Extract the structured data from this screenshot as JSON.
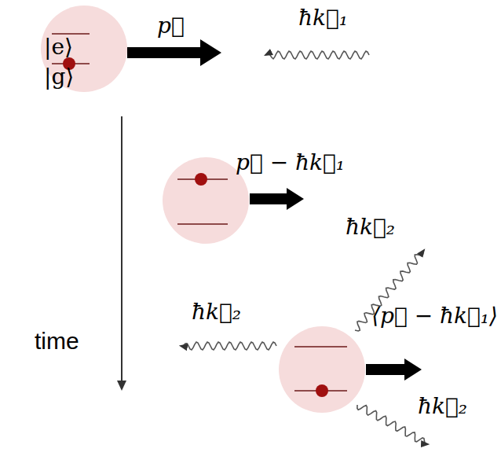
{
  "diagram": {
    "nodes": [
      {
        "text": [
          "|e⟩",
          "|g⟩"
        ]
      }
    ],
    "labels": [
      "p⃗",
      "ħk⃗₁",
      "p⃗ − ħk⃗₁",
      "time",
      "ħk⃗₂",
      "ħk⃗₂",
      "⟨p⃗ − ħk⃗₁⟩",
      "ħk⃗₂"
    ]
  }
}
